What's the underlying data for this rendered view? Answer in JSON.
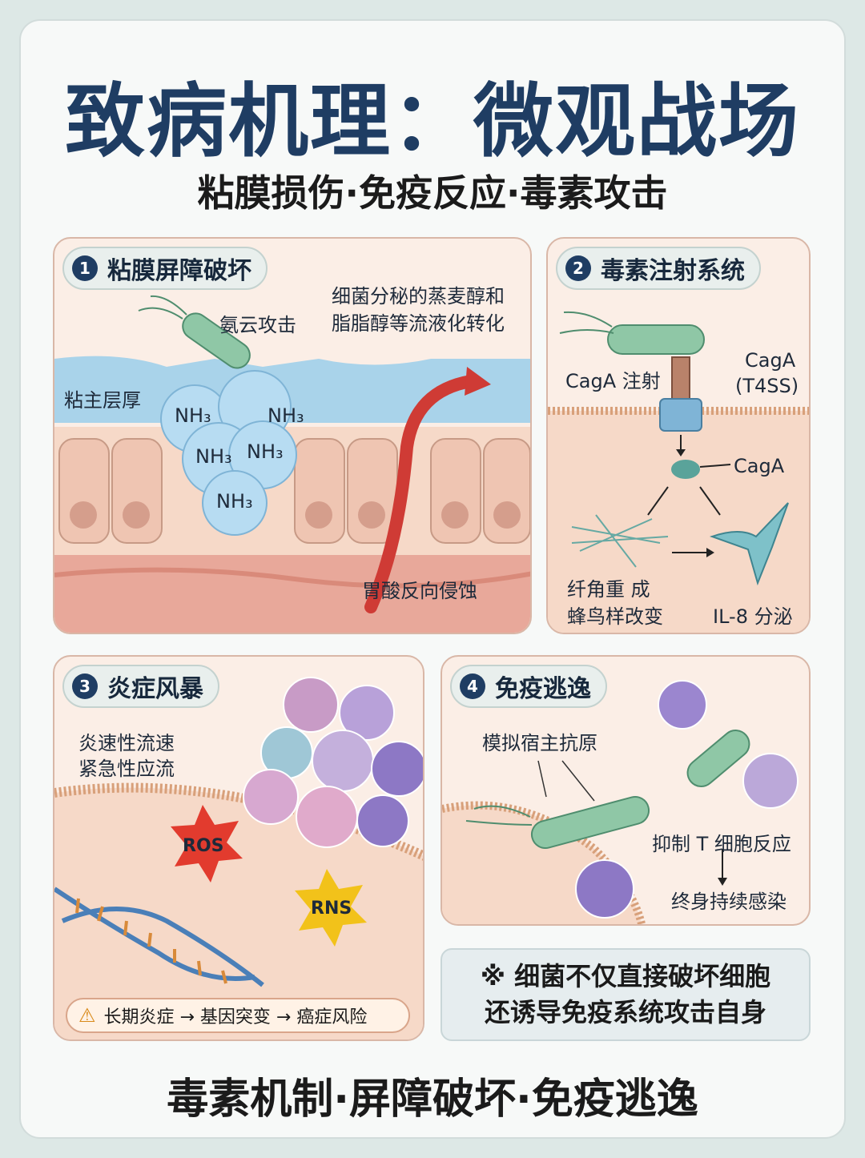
{
  "header": {
    "title": "致病机理：微观战场",
    "subtitle": "粘膜损伤·免疫反应·毒素攻击"
  },
  "panels": [
    {
      "num": "1",
      "title": "粘膜屏障破坏",
      "labels": {
        "ammonia_attack": "氨云攻击",
        "secretion_line1": "细菌分秘的蒸麦醇和",
        "secretion_line2": "脂脂醇等流液化转化",
        "mucus_layer": "粘主层厚",
        "acid": "胃酸反向侵蚀",
        "nh3": "NH₃"
      }
    },
    {
      "num": "2",
      "title": "毒素注射系统",
      "labels": {
        "inject": "CagA 注射",
        "caga_t4ss_1": "CagA",
        "caga_t4ss_2": "(T4SS)",
        "caga": "CagA",
        "hummingbird_1": "纤角重 成",
        "hummingbird_2": "蜂鸟样改变",
        "il8": "IL-8 分泌"
      }
    },
    {
      "num": "3",
      "title": "炎症风暴",
      "labels": {
        "flow_1": "炎速性流速",
        "flow_2": "紧急性应流",
        "ros": "ROS",
        "rns": "RNS",
        "warning": "长期炎症 → 基因突变 → 癌症风险"
      }
    },
    {
      "num": "4",
      "title": "免疫逃逸",
      "labels": {
        "mimic": "模拟宿主抗原",
        "suppress": "抑制 T 细胞反应",
        "arrow": "↓",
        "lifelong": "终身持续感染"
      }
    }
  ],
  "note": {
    "line1": "※ 细菌不仅直接破坏细胞",
    "line2": "还诱导免疫系统攻击自身"
  },
  "footer": "毒素机制·屏障破坏·免疫逃逸"
}
